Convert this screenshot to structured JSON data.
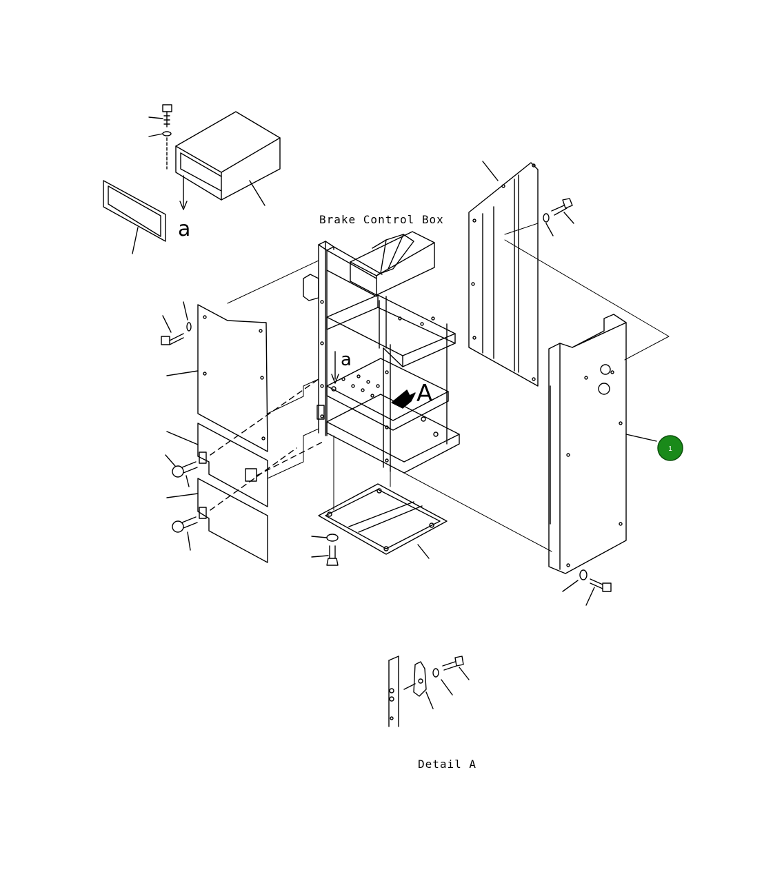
{
  "labels": {
    "brake_control_box": "Brake Control Box",
    "detail_a": "Detail A",
    "marker_a_lower_1": "a",
    "marker_a_lower_2": "a",
    "marker_A_upper": "A"
  },
  "callout": {
    "number": "1",
    "color": "#1a8a1a"
  }
}
